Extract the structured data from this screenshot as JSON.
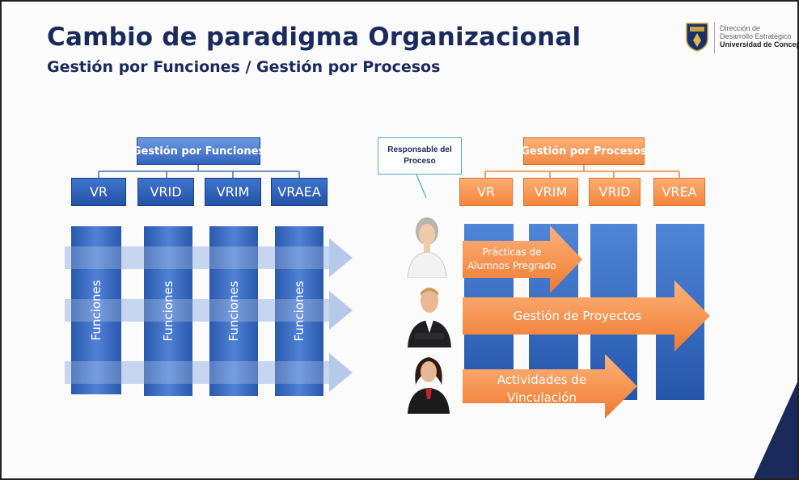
{
  "slide": {
    "title": "Cambio de paradigma Organizacional",
    "subtitle": "Gestión por Funciones / Gestión por Procesos"
  },
  "logo": {
    "line1": "Dirección de",
    "line2": "Desarrollo Estratégico",
    "line3": "Universidad de Concepción"
  },
  "left": {
    "header": "Gestión por Funciones",
    "units": [
      "VR",
      "VRID",
      "VRIM",
      "VRAEA"
    ],
    "column_label": "Funciones"
  },
  "callout": {
    "line1": "Responsable del",
    "line2": "Proceso"
  },
  "right": {
    "header": "Gestión por Procesos",
    "units": [
      "VR",
      "VRIM",
      "VRID",
      "VREA"
    ],
    "processes": [
      {
        "line1": "Prácticas de",
        "line2": "Alumnos Pregrado"
      },
      {
        "line1": "Gestión de Proyectos",
        "line2": ""
      },
      {
        "line1": "Actividades de",
        "line2": "Vinculación"
      }
    ]
  },
  "colors": {
    "title": "#1a2a5c",
    "blue_dark": "#2453a6",
    "blue_light": "#b7c9ea",
    "orange": "#f3853d",
    "orange_light": "#ffc7a0"
  }
}
